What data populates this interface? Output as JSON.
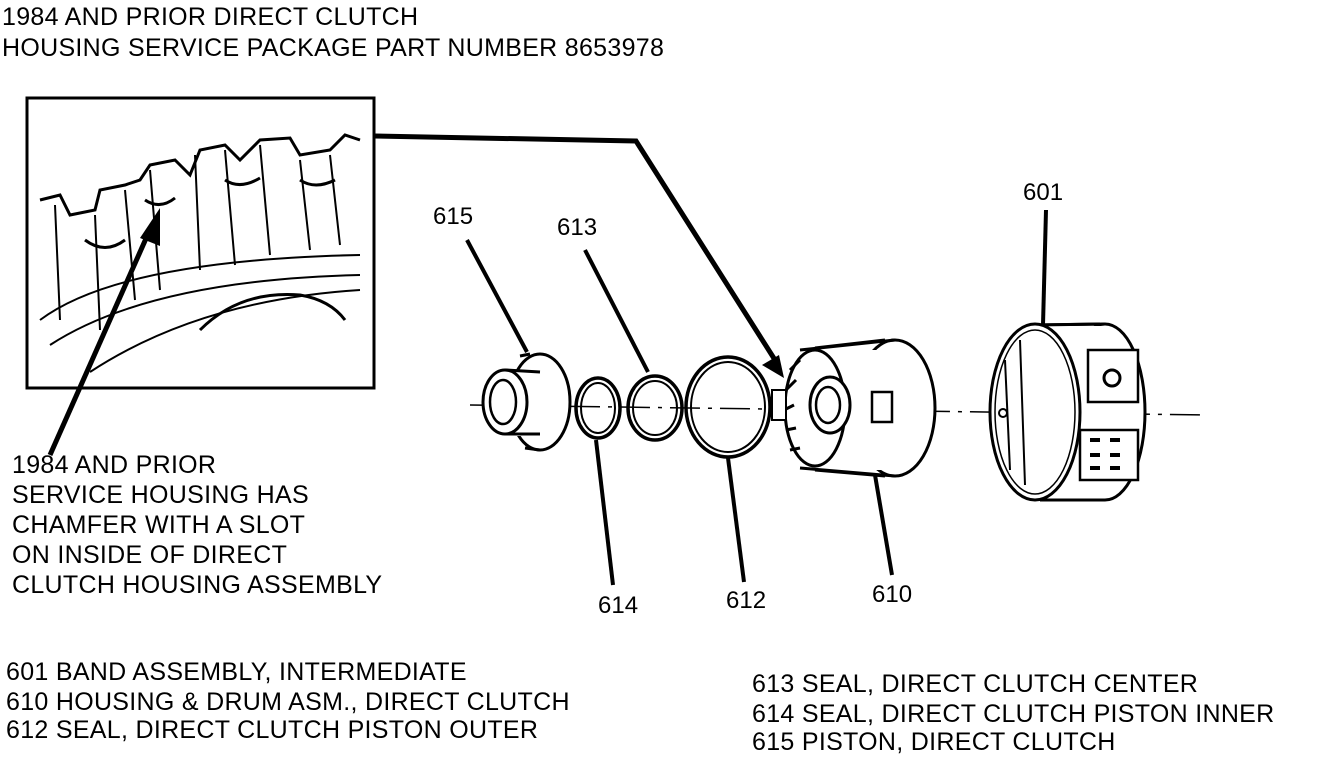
{
  "title": {
    "line1": "1984 AND PRIOR DIRECT CLUTCH",
    "line2": "HOUSING SERVICE PACKAGE PART NUMBER 8653978"
  },
  "inset_note": {
    "line1": "1984 AND PRIOR",
    "line2": "SERVICE HOUSING HAS",
    "line3": "CHAMFER WITH A SLOT",
    "line4": "ON INSIDE OF DIRECT",
    "line5": "CLUTCH HOUSING ASSEMBLY"
  },
  "callouts": {
    "c601": "601",
    "c610": "610",
    "c612": "612",
    "c613": "613",
    "c614": "614",
    "c615": "615"
  },
  "legend": {
    "left": [
      "601 BAND ASSEMBLY, INTERMEDIATE",
      "610 HOUSING & DRUM ASM., DIRECT CLUTCH",
      "612 SEAL, DIRECT CLUTCH PISTON OUTER"
    ],
    "right": [
      "613 SEAL, DIRECT CLUTCH CENTER",
      "614 SEAL, DIRECT CLUTCH PISTON INNER",
      "615 PISTON, DIRECT CLUTCH"
    ]
  }
}
